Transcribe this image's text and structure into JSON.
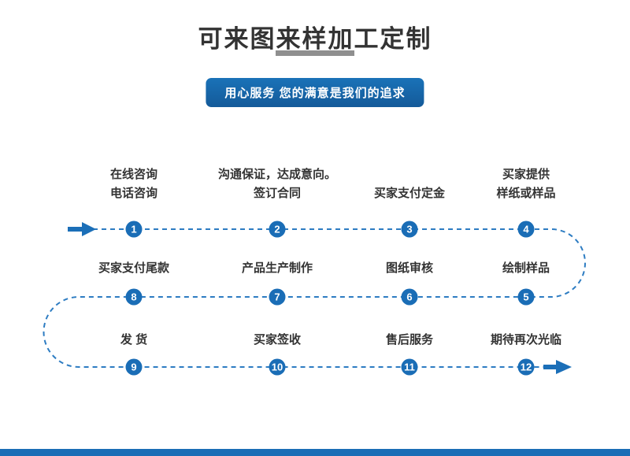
{
  "header": {
    "title": "可来图来样加工定制",
    "badge": "用心服务 您的满意是我们的追求"
  },
  "colors": {
    "accent_blue": "#1a6db6",
    "line_blue": "#2d7cc2",
    "title_gray": "#333333",
    "underline_gray": "#8f8f8f"
  },
  "flow": {
    "type": "process-flow",
    "direction": "serpentine",
    "rows": [
      [
        "1",
        "2",
        "3",
        "4"
      ],
      [
        "8",
        "7",
        "6",
        "5"
      ],
      [
        "9",
        "10",
        "11",
        "12"
      ]
    ]
  },
  "steps": [
    {
      "num": "1",
      "label": "在线咨询\n电话咨询"
    },
    {
      "num": "2",
      "label": "沟通保证，达成意向。\n签订合同"
    },
    {
      "num": "3",
      "label": "买家支付定金"
    },
    {
      "num": "4",
      "label": "买家提供\n样纸或样品"
    },
    {
      "num": "5",
      "label": "绘制样品"
    },
    {
      "num": "6",
      "label": "图纸审核"
    },
    {
      "num": "7",
      "label": "产品生产制作"
    },
    {
      "num": "8",
      "label": "买家支付尾款"
    },
    {
      "num": "9",
      "label": "发 货"
    },
    {
      "num": "10",
      "label": "买家签收"
    },
    {
      "num": "11",
      "label": "售后服务"
    },
    {
      "num": "12",
      "label": "期待再次光临"
    }
  ]
}
